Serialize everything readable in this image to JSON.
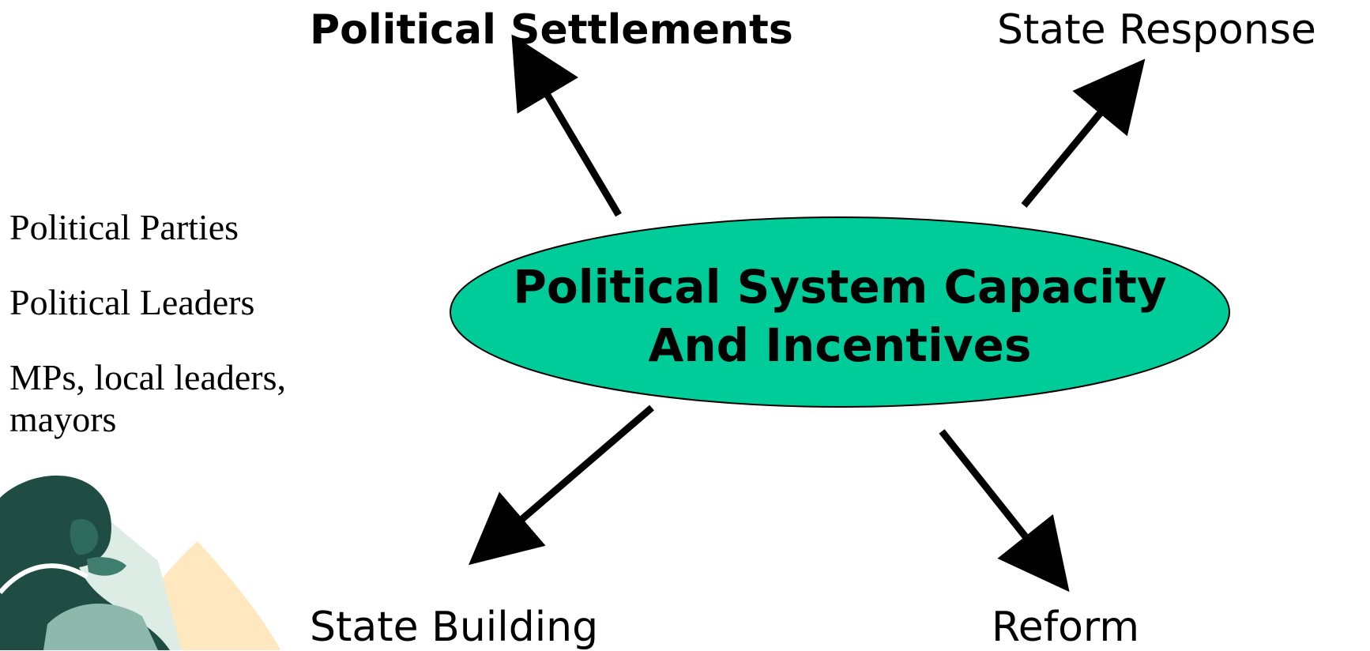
{
  "diagram": {
    "center": {
      "line1": "Political System Capacity",
      "line2": "And Incentives",
      "fill": "#00CC99"
    },
    "outcomes": {
      "political_settlements": "Political Settlements",
      "state_response": "State Response",
      "state_building": "State Building",
      "reform": "Reform"
    },
    "actors": [
      "Political Parties",
      "Political Leaders",
      "MPs, local leaders, mayors"
    ]
  },
  "colors": {
    "ellipse_fill": "#00CC99",
    "arrow": "#000000",
    "photo_accent": "#FFE8BF",
    "photo_dark": "#1F4D43"
  }
}
